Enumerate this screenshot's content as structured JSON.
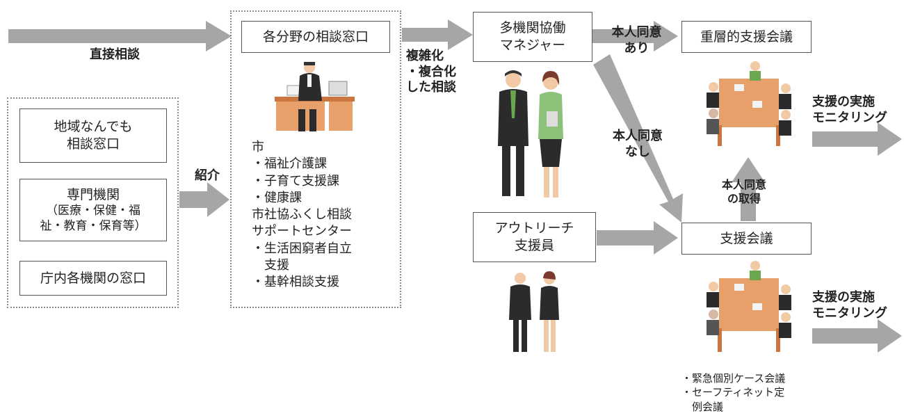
{
  "left_group": {
    "box1": "地域なんでも\n相談窓口",
    "box2_title": "専門機関",
    "box2_detail": "（医療・保健・福\n祉・教育・保育等）",
    "box3": "庁内各機関の窓口"
  },
  "labels": {
    "direct": "直接相談",
    "referral": "紹介",
    "complex_1": "複雑化",
    "complex_2": "・複合化",
    "complex_3": "した相談",
    "consent_yes": "本人同意\nあり",
    "consent_no": "本人同意\nなし",
    "consent_get": "本人同意\nの取得",
    "support1": "支援の実施\nモニタリング",
    "support2": "支援の実施\nモニタリング"
  },
  "center": {
    "title": "各分野の相談窓口",
    "list": [
      "市",
      "・福祉介護課",
      "・子育て支援課",
      "・健康課",
      "市社協ふくし相談",
      "サポートセンター",
      "・生活困窮者自立",
      "　支援",
      "・基幹相談支援"
    ]
  },
  "manager": "多機関協働\nマネジャー",
  "outreach": "アウトリーチ\n支援員",
  "meeting_multi": "重層的支援会議",
  "meeting_support": "支援会議",
  "meeting_notes": [
    "・緊急個別ケース会議",
    "・セーフティネット定",
    "　例会議"
  ],
  "colors": {
    "arrow": "#a6a6a6",
    "table": "#e8a06a",
    "suit": "#2b2b2b",
    "green": "#6aa84f"
  }
}
